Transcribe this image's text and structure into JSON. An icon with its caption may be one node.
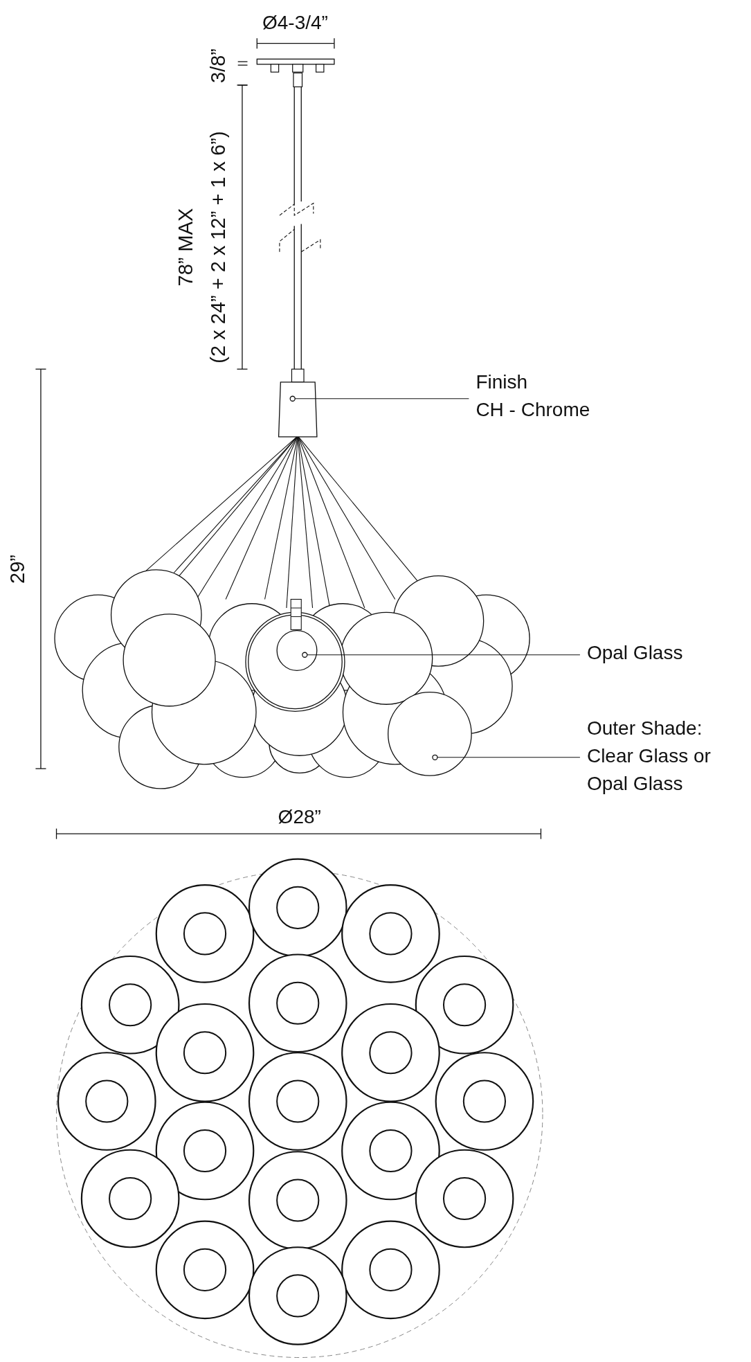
{
  "diagram": {
    "nodes": [
      {
        "text": [
          "Finish",
          "CH - Chrome"
        ]
      },
      {
        "text": [],
        "shape": "picture"
      },
      {
        "text": [
          "Opal Glass"
        ]
      },
      {
        "text": [],
        "shape": "circle"
      },
      {
        "text": [
          "Outer Shade: Clear Glass or Opal Glass"
        ]
      },
      {
        "text": [],
        "shape": "circle"
      }
    ],
    "edges": [
      {
        "from": 0,
        "to": 1,
        "arrow": "other"
      },
      {
        "from": 2,
        "to": 3,
        "arrow": "other"
      },
      {
        "from": 4,
        "to": 5,
        "arrow": "other"
      }
    ],
    "labels": [
      "Ø4-3/4”",
      "3/8”",
      "78” MAX",
      "(2 x 24” + 2 x 12” + 1 x 6”)",
      "29”",
      "Ø28”"
    ]
  }
}
